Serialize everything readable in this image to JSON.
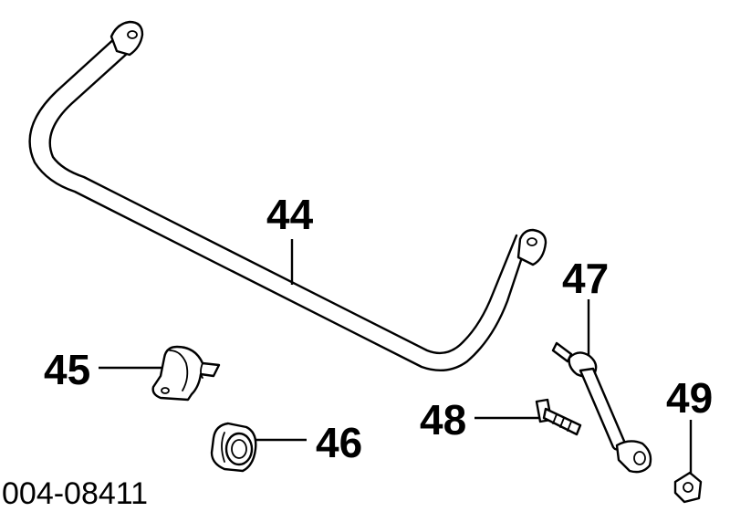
{
  "callouts": {
    "stabilizer_bar": "44",
    "bar_clamp": "45",
    "bar_bushing": "46",
    "link": "47",
    "bolt": "48",
    "nut": "49"
  },
  "reference_code": "004-08411",
  "colors": {
    "line": "#000000",
    "background": "#ffffff"
  }
}
